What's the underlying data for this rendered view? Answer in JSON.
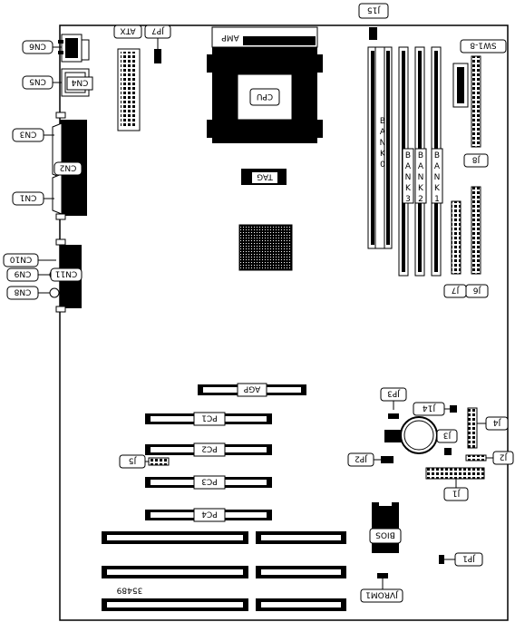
{
  "connectors": {
    "cn6": "CN6",
    "cn5": "CN5",
    "cn4": "CN4",
    "cn3": "CN3",
    "cn2": "CN2",
    "cn1": "CN1",
    "cn10": "CN10",
    "cn9": "CN9",
    "cn11": "CN11",
    "cn8": "CN8"
  },
  "board": {
    "atx": "ATX",
    "jp7": "JP7",
    "amp": "AMP",
    "cpu": "CPU",
    "tag": "TAG",
    "j15": "J15",
    "sw": "SW1-8",
    "j8": "J8",
    "j7": "J7",
    "j6": "J6",
    "bank0": [
      "B",
      "A",
      "N",
      "K",
      "0"
    ],
    "bank1": [
      "B",
      "A",
      "N",
      "K",
      "1"
    ],
    "bank2": [
      "B",
      "A",
      "N",
      "K",
      "2"
    ],
    "bank3": [
      "B",
      "A",
      "N",
      "K",
      "3"
    ],
    "agp": "AGP",
    "pc1": "PC1",
    "pc2": "PC2",
    "pc3": "PC3",
    "pc4": "PC4",
    "j5": "J5",
    "jp3": "JP3",
    "j14": "J14",
    "j4": "J4",
    "j3": "J3",
    "jp2": "JP2",
    "j2": "J2",
    "j1": "J1",
    "bios": "BIOS",
    "jp1": "JP1",
    "jvrom1": "JVROM1",
    "doc_number": "35489"
  }
}
